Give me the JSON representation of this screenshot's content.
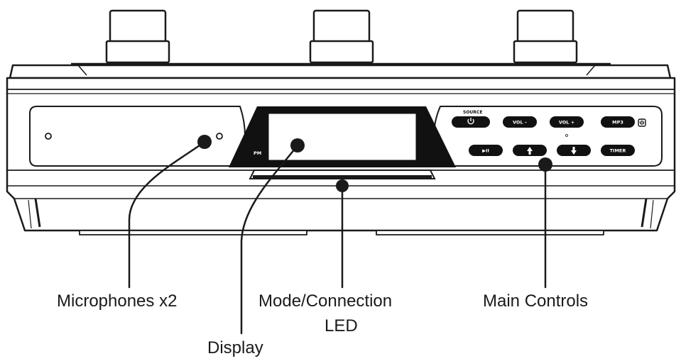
{
  "device": {
    "buttons": {
      "source_caption": "SOURCE",
      "vol_minus": "VOL –",
      "vol_plus": "VOL +",
      "mp3": "MP3",
      "play_pause": "▶II",
      "timer": "TIMER",
      "display_indicator": "PM"
    }
  },
  "callouts": {
    "microphones": "Microphones x2",
    "display": "Display",
    "mode_led_line1": "Mode/Connection",
    "mode_led_line2": "LED",
    "main_controls": "Main Controls"
  },
  "colors": {
    "outline": "#1a1a1a",
    "device_fill": "#ffffff",
    "button_fill": "#111111",
    "text": "#1a1a1a"
  }
}
